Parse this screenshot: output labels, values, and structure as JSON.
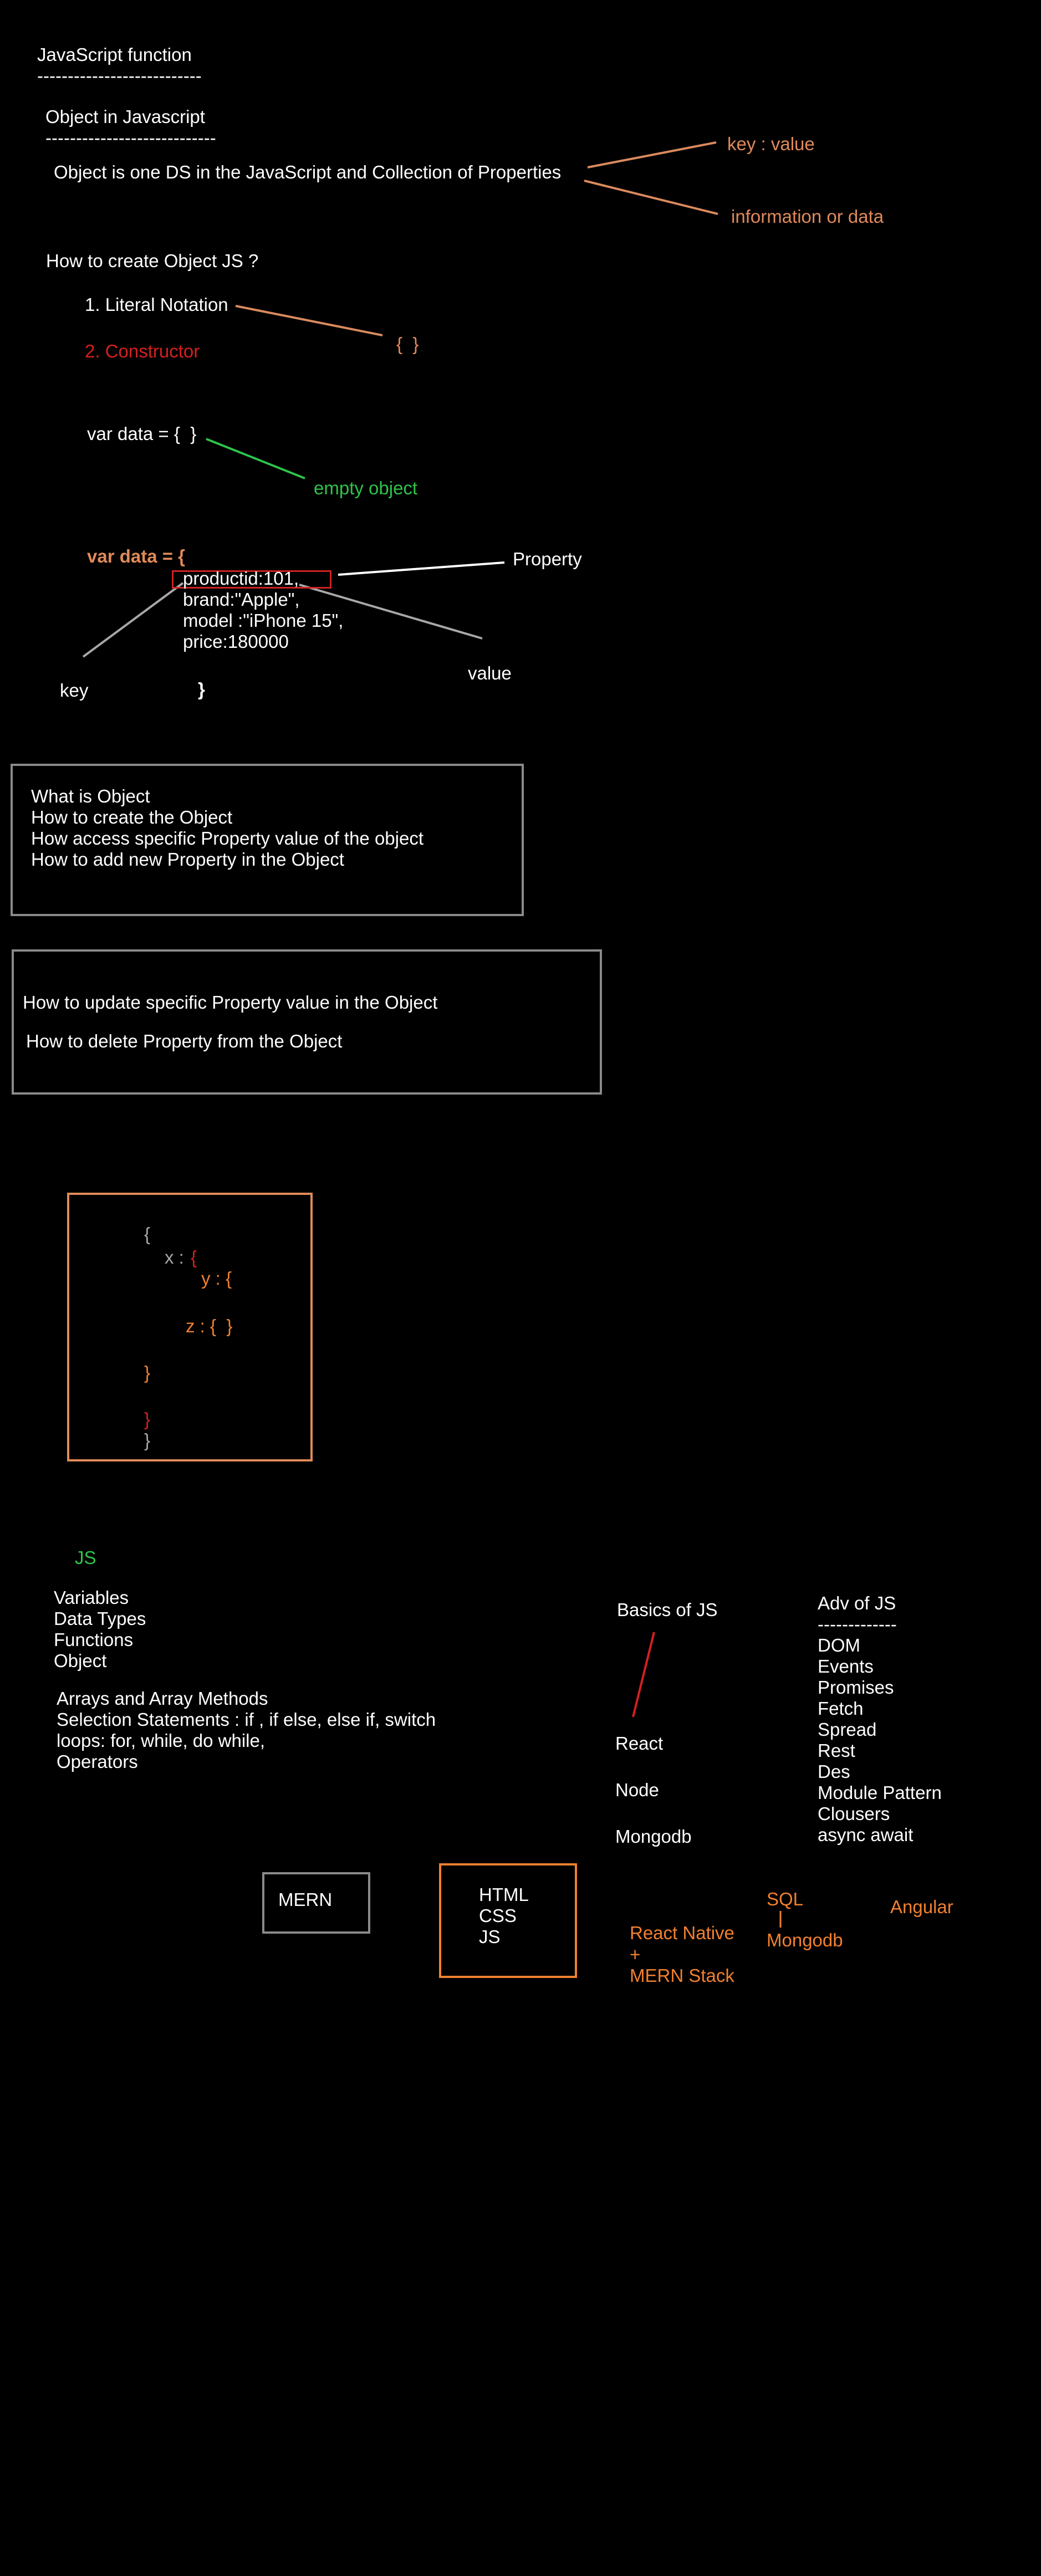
{
  "heading": {
    "title": "JavaScript function",
    "title_rule": "---------------------------",
    "subtitle": "Object in Javascript",
    "subtitle_rule": "----------------------------"
  },
  "definition": {
    "text": "Object is one DS in the JavaScript and Collection of Properties",
    "note_key_value": "key : value",
    "note_info": "information or data"
  },
  "create": {
    "question": "How to create Object JS ?",
    "literal": "1. Literal Notation",
    "constructor": "2. Constructor",
    "braces": "{  }",
    "empty_decl": "var data = {  }",
    "empty_label": "empty object"
  },
  "example": {
    "open": "var data = {",
    "lines": [
      "productid:101,",
      "brand:\"Apple\",",
      "model :\"iPhone 15\",",
      "price:180000"
    ],
    "close": "}",
    "label_property": "Property",
    "label_key": "key",
    "label_value": "value"
  },
  "topics_box1": [
    "What is Object",
    "How to create the Object",
    "How access specific Property value of the object",
    "How to add new Property in the Object"
  ],
  "topics_box2": [
    "How to update specific Property value in the Object",
    "How to delete Property from the Object"
  ],
  "nested": {
    "l1": "{",
    "l2a": "x : ",
    "l2b": "{",
    "l3": "y : {",
    "l4": "z : {  }",
    "l5": "}",
    "l6": "}",
    "l7": "}"
  },
  "js": {
    "label": "JS",
    "basics": [
      "Variables",
      "Data Types",
      "Functions",
      "Object"
    ],
    "more": [
      "Arrays and Array Methods",
      "Selection Statements : if , if else, else if, switch",
      "loops: for, while, do while,",
      "Operators"
    ]
  },
  "roadmap": {
    "basics_title": "Basics of JS",
    "stack": [
      "React",
      "Node",
      "Mongodb"
    ],
    "adv_title": "Adv of JS",
    "adv_rule": "-------------",
    "adv_items": [
      "DOM",
      "Events",
      "Promises",
      "Fetch",
      "Spread",
      "Rest",
      "Des",
      "Module Pattern",
      "Clousers",
      "async await"
    ]
  },
  "bottom": {
    "mern": "MERN",
    "web": [
      "HTML",
      "CSS",
      "JS"
    ],
    "sql": "SQL",
    "mongodb": "Mongodb",
    "angular": "Angular",
    "react_native": "React Native",
    "plus": "+",
    "mern_stack": "MERN Stack"
  },
  "colors": {
    "background": "#000000",
    "text": "#ffffff",
    "orange": "#e08a5a",
    "bright_orange": "#f08030",
    "green": "#2fc34a",
    "red": "#d42020",
    "gray": "#a8a8a8"
  }
}
